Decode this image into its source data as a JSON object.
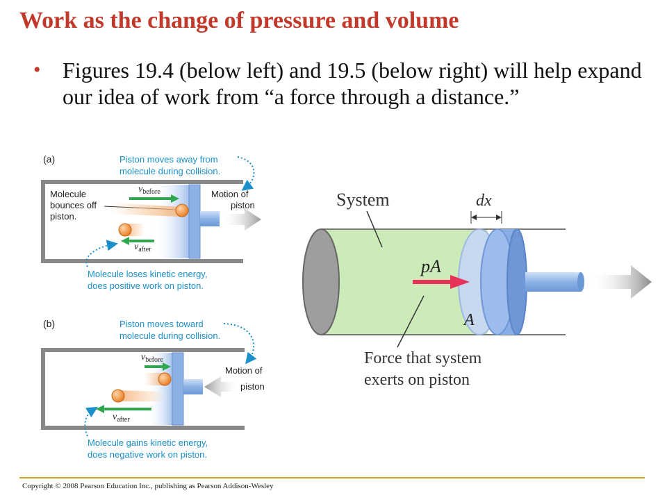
{
  "slide": {
    "title": "Work as the change of pressure and volume",
    "bullet": "Figures 19.4 (below left) and 19.5 (below right) will help expand our idea of work from “a force through a distance.”"
  },
  "figure_a": {
    "label": "(a)",
    "note_top_1": "Piston moves away from",
    "note_top_2": "molecule during collision.",
    "molecule_1": "Molecule",
    "molecule_2": "bounces off",
    "molecule_3": "piston.",
    "v_before": "v",
    "v_before_sub": "before",
    "v_after": "v",
    "v_after_sub": "after",
    "motion_1": "Motion of",
    "motion_2": "piston",
    "note_bottom_1": "Molecule loses kinetic energy,",
    "note_bottom_2": "does positive work on piston."
  },
  "figure_b": {
    "label": "(b)",
    "note_top_1": "Piston moves toward",
    "note_top_2": "molecule during collision.",
    "v_before": "v",
    "v_before_sub": "before",
    "v_after": "v",
    "v_after_sub": "after",
    "motion_1": "Motion of",
    "motion_2": "piston",
    "note_bottom_1": "Molecule gains kinetic energy,",
    "note_bottom_2": "does negative work on piston."
  },
  "figure_right": {
    "system": "System",
    "dx": "dx",
    "pA": "pA",
    "A": "A",
    "force_1": "Force that system",
    "force_2": "exerts on piston"
  },
  "footer": "Copyright © 2008 Pearson Education Inc., publishing as Pearson Addison-Wesley",
  "colors": {
    "title": "#c0392b",
    "annotation": "#1a8fc9",
    "green_arrow": "#2fa84f",
    "piston": "#7fa8e0",
    "force_arrow": "#e8325a",
    "gas": "#c9eab5"
  }
}
